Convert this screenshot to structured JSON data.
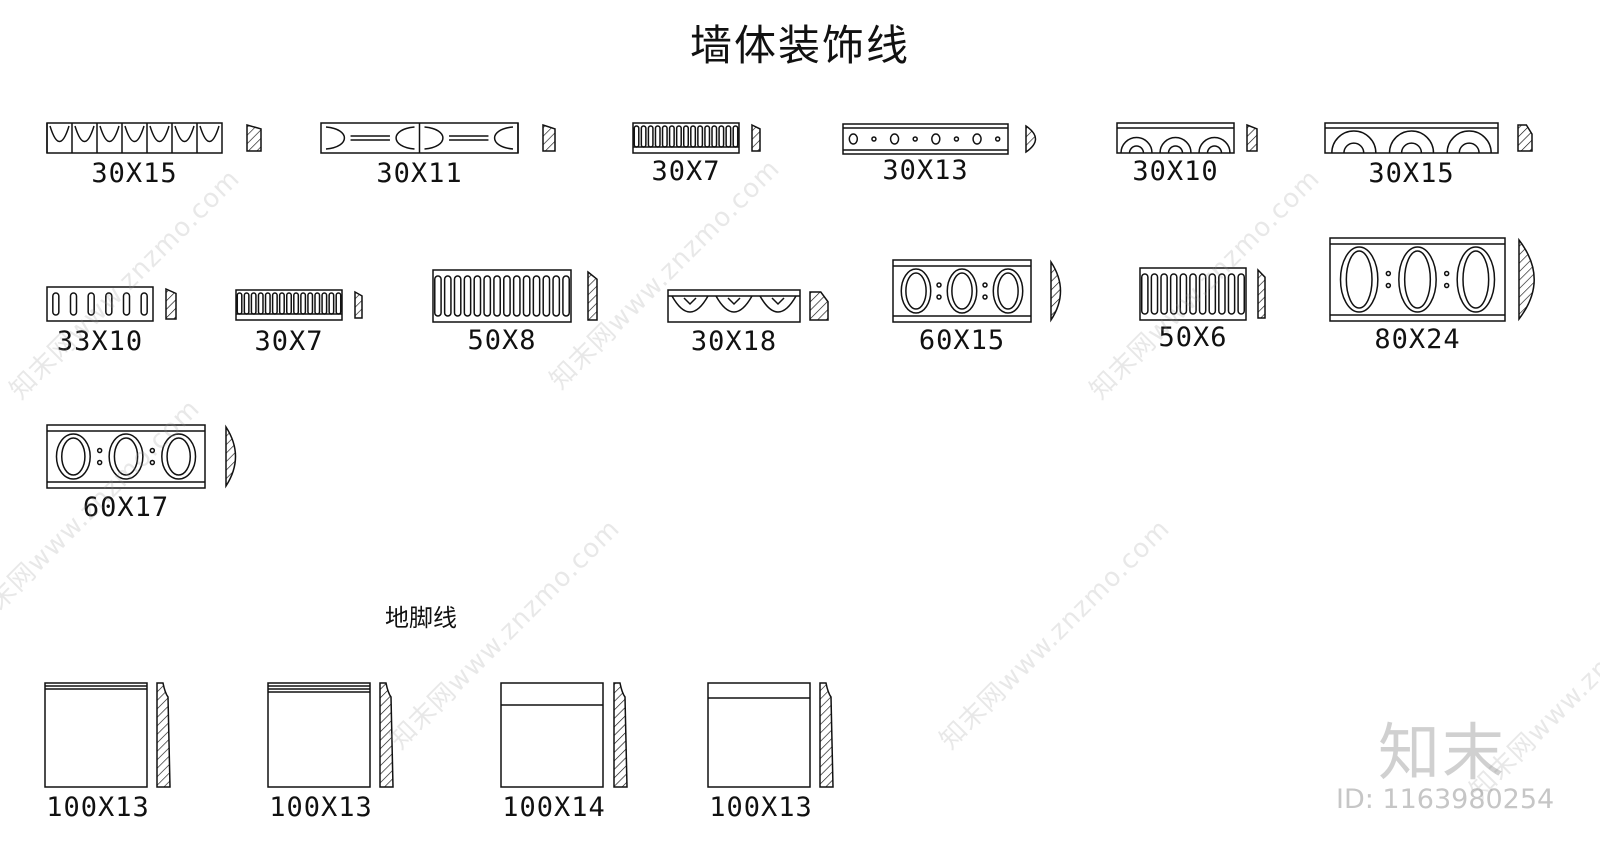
{
  "title": "墙体装饰线",
  "baseboard_title": "地脚线",
  "moldings": [
    {
      "label": "30X15",
      "pattern": "scallop"
    },
    {
      "label": "30X11",
      "pattern": "baluster"
    },
    {
      "label": "30X7",
      "pattern": "dentil"
    },
    {
      "label": "30X13",
      "pattern": "bead"
    },
    {
      "label": "30X10",
      "pattern": "arches"
    },
    {
      "label": "30X15",
      "pattern": "arches"
    },
    {
      "label": "33X10",
      "pattern": "slots"
    },
    {
      "label": "30X7",
      "pattern": "dentil"
    },
    {
      "label": "50X8",
      "pattern": "flutes"
    },
    {
      "label": "30X18",
      "pattern": "shell"
    },
    {
      "label": "60X15",
      "pattern": "eggdart"
    },
    {
      "label": "50X6",
      "pattern": "flutes"
    },
    {
      "label": "80X24",
      "pattern": "eggdart-large"
    },
    {
      "label": "60X17",
      "pattern": "eggdart"
    }
  ],
  "baseboards": [
    {
      "label": "100X13"
    },
    {
      "label": "100X13"
    },
    {
      "label": "100X14"
    },
    {
      "label": "100X13"
    }
  ],
  "watermark": {
    "logo": "知末",
    "id": "ID: 1163980254",
    "text": "知末网www.znzmo.com"
  },
  "colors": {
    "line": "#111111",
    "watermark": "#c8c8c8"
  }
}
